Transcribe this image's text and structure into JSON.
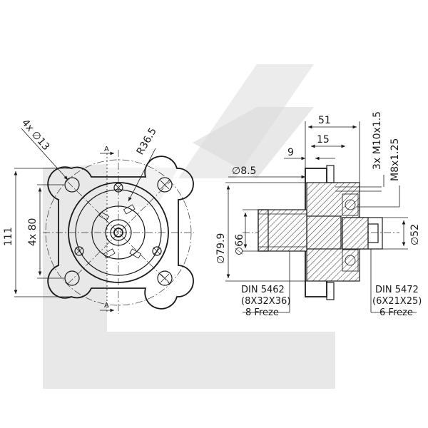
{
  "front_view": {
    "hole_label": "4x ∅13",
    "radius_label": "R36.5",
    "height_label": "111",
    "bolt_spacing_label": "4x 80",
    "section_mark": "A"
  },
  "side_view": {
    "length_51": "51",
    "length_15": "15",
    "length_9": "9",
    "dia_85": "∅8.5",
    "dia_799": "∅79.9",
    "dia_66": "∅66",
    "dia_52": "∅52",
    "thread_1": "3x M10x1.5",
    "thread_2": "M8x1.25"
  },
  "notes": {
    "left": {
      "line1": "DIN 5462",
      "line2": "(8X32X36)",
      "line3": "8 Freze"
    },
    "right": {
      "line1": "DIN 5472",
      "line2": "(6X21X25)",
      "line3": "6 Freze"
    }
  }
}
